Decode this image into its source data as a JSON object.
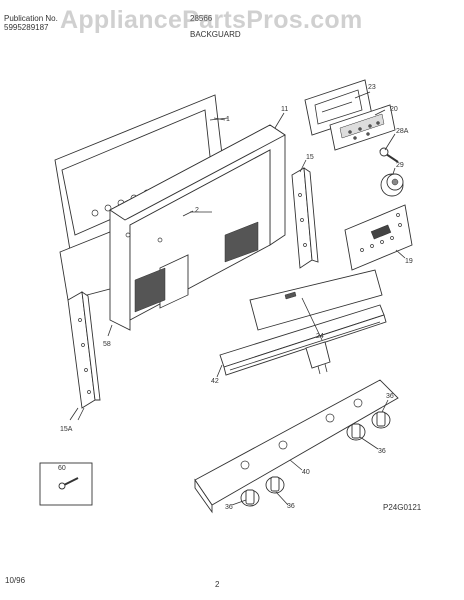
{
  "header": {
    "publication_label": "Publication No.",
    "publication_number": "5995289187",
    "model": "28566",
    "section": "BACKGUARD"
  },
  "watermark": "AppliancePartsPros.com",
  "callouts": [
    "1",
    "11",
    "2",
    "23",
    "20",
    "28A",
    "29",
    "15",
    "19",
    "58",
    "24",
    "42",
    "15A",
    "36",
    "36",
    "40",
    "36",
    "36",
    "60"
  ],
  "diagram_code": "P24G0121",
  "footer": {
    "date": "10/96",
    "page": "2"
  }
}
